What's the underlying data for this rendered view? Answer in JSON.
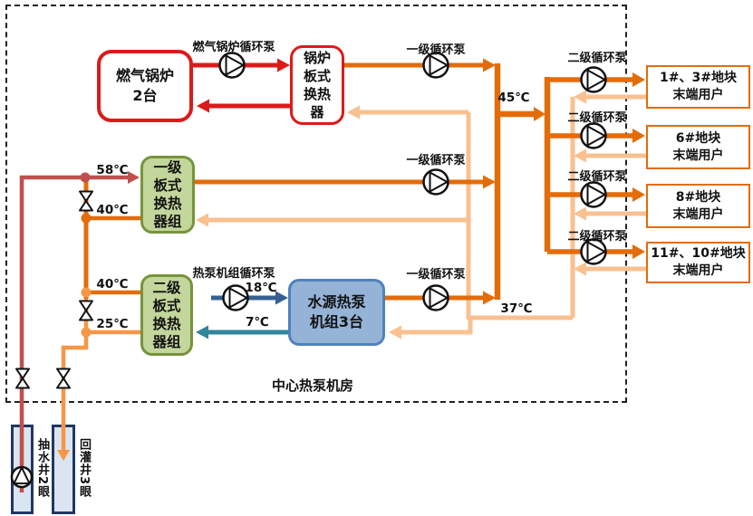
{
  "room_label": "中心热泵机房",
  "equipment": {
    "gas_boiler": "燃气锅炉\n2台",
    "boiler_hx": "锅炉\n板式\n换热\n器",
    "primary_hx": "一级\n板式\n换热\n器组",
    "secondary_hx": "二级\n板式\n换热\n器组",
    "heat_pump": "水源热泵\n机组3台"
  },
  "users": [
    {
      "label": "1#、3#地块\n末端用户"
    },
    {
      "label": "6#地块\n末端用户"
    },
    {
      "label": "8#地块\n末端用户"
    },
    {
      "label": "11#、10#地块\n末端用户"
    }
  ],
  "wells": [
    {
      "label": "抽水井2眼"
    },
    {
      "label": "回灌井3眼"
    }
  ],
  "pump_labels": {
    "boiler_loop": "燃气锅炉循环泵",
    "primary": "一级循环泵",
    "heat_pump_loop": "热泵机组循环泵",
    "secondary": "二级循环泵"
  },
  "temperatures": {
    "t58": "58℃",
    "t40a": "40℃",
    "t40b": "40℃",
    "t25": "25℃",
    "t45": "45℃",
    "t37": "37℃",
    "t18": "18℃",
    "t7": "7℃"
  },
  "colors": {
    "bright_red": "#dd1a1a",
    "brick_red": "#c0504d",
    "dark_orange": "#e36c09",
    "medium_orange": "#f79646",
    "light_orange": "#fac090",
    "dark_blue": "#365f91",
    "teal": "#31859b",
    "green_fill": "#c3d69b",
    "green_border": "#77933c",
    "blue_fill": "#95b3d7",
    "blue_border": "#4f81bd",
    "well_fill": "#dbe5f1",
    "well_border": "#1f3864"
  }
}
